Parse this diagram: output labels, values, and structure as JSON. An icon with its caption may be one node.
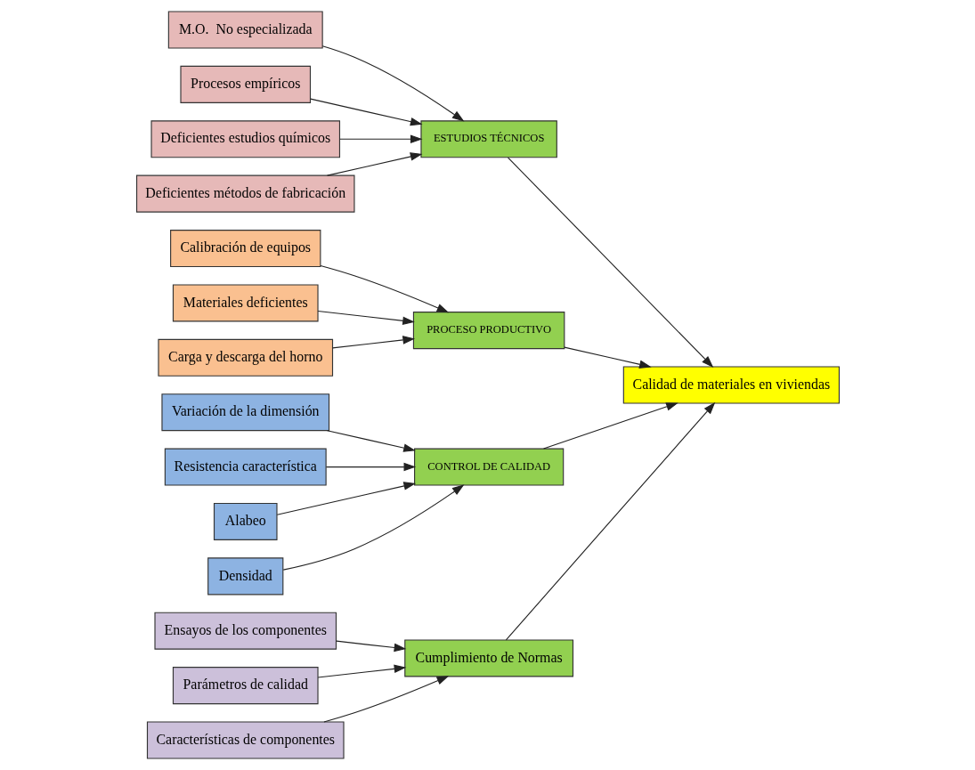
{
  "diagram": {
    "nodes": [
      {
        "text": [
          "Cumplimiento de Normas"
        ]
      },
      {
        "text": [
          "ESTUDIOS TÉCNICOS"
        ]
      },
      {
        "text": [
          "M.O.  No especializada"
        ]
      },
      {
        "text": [
          "Procesos empíricos"
        ]
      },
      {
        "text": [
          "Deficientes estudios químicos"
        ]
      },
      {
        "text": [
          "Deficientes métodos de fabricación"
        ]
      },
      {
        "text": [
          "Ensayos de los componentes"
        ]
      },
      {
        "text": [
          "Parámetros de calidad"
        ]
      },
      {
        "text": [
          "Características de componentes"
        ]
      },
      {
        "text": [
          "Calidad de materiales en viviendas"
        ]
      },
      {
        "text": [
          "Calibración de equipos"
        ]
      },
      {
        "text": [
          "Materiales deficientes"
        ]
      },
      {
        "text": [
          "Carga y descarga del horno"
        ]
      },
      {
        "text": [
          "Variación de la dimensión"
        ]
      },
      {
        "text": [
          "Resistencia característica"
        ]
      },
      {
        "text": [
          "Alabeo"
        ]
      },
      {
        "text": [
          "Densidad"
        ]
      },
      {
        "text": [
          "PROCESO PRODUCTIVO"
        ]
      },
      {
        "text": [
          "CONTROL DE CALIDAD"
        ]
      }
    ],
    "edges": [
      {
        "from": 2,
        "to": 1,
        "arrow": "to"
      },
      {
        "from": 3,
        "to": 1,
        "arrow": "to"
      },
      {
        "from": 4,
        "to": 1,
        "arrow": "to"
      },
      {
        "from": 5,
        "to": 1,
        "arrow": "to"
      },
      {
        "from": 6,
        "to": 0,
        "arrow": "to"
      },
      {
        "from": 7,
        "to": 0,
        "arrow": "to"
      },
      {
        "from": 8,
        "to": 0,
        "arrow": "to"
      },
      {
        "from": 10,
        "to": 17,
        "arrow": "to"
      },
      {
        "from": 11,
        "to": 17,
        "arrow": "to"
      },
      {
        "from": 12,
        "to": 17,
        "arrow": "to"
      },
      {
        "from": 13,
        "to": 18,
        "arrow": "to"
      },
      {
        "from": 14,
        "to": 18,
        "arrow": "to"
      },
      {
        "from": 15,
        "to": 18,
        "arrow": "to"
      },
      {
        "from": 16,
        "to": 18,
        "arrow": "to"
      },
      {
        "from": 1,
        "to": 9,
        "arrow": "to"
      },
      {
        "from": 0,
        "to": 9,
        "arrow": "to"
      },
      {
        "from": 17,
        "to": 9,
        "arrow": "to"
      },
      {
        "from": 18,
        "to": 9,
        "arrow": "to"
      }
    ]
  }
}
